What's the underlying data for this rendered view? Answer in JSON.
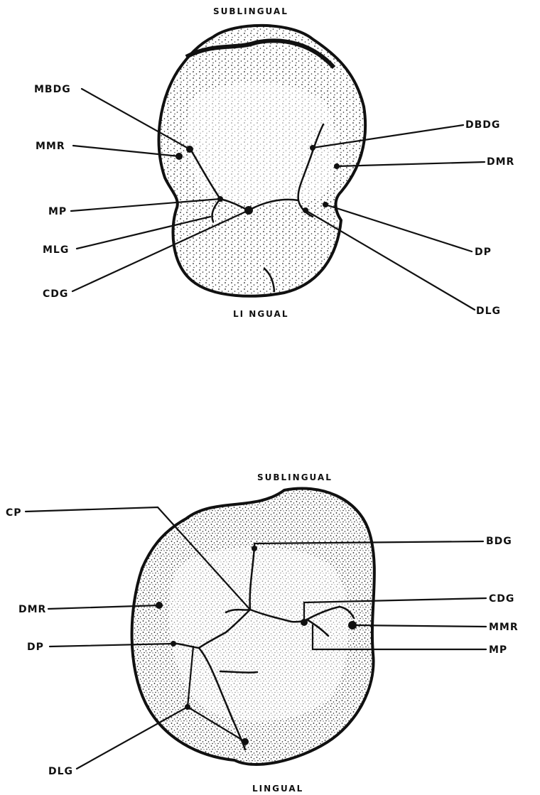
{
  "tooth1": {
    "title_top": "SUBLINGUAL",
    "title_bottom": "LI NGUAL",
    "labels": {
      "mbdg": "MBDG",
      "mmr": "MMR",
      "mp": "MP",
      "mlg": "MLG",
      "cdg": "CDG",
      "dbdg": "DBDG",
      "dmr": "DMR",
      "dp": "DP",
      "dlg": "DLG"
    }
  },
  "tooth2": {
    "title_top": "SUBLINGUAL",
    "title_bottom": "LINGUAL",
    "labels": {
      "cp": "CP",
      "bdg": "BDG",
      "cdg": "CDG",
      "mmr": "MMR",
      "mp": "MP",
      "dmr": "DMR",
      "dp": "DP",
      "dlg": "DLG"
    }
  }
}
